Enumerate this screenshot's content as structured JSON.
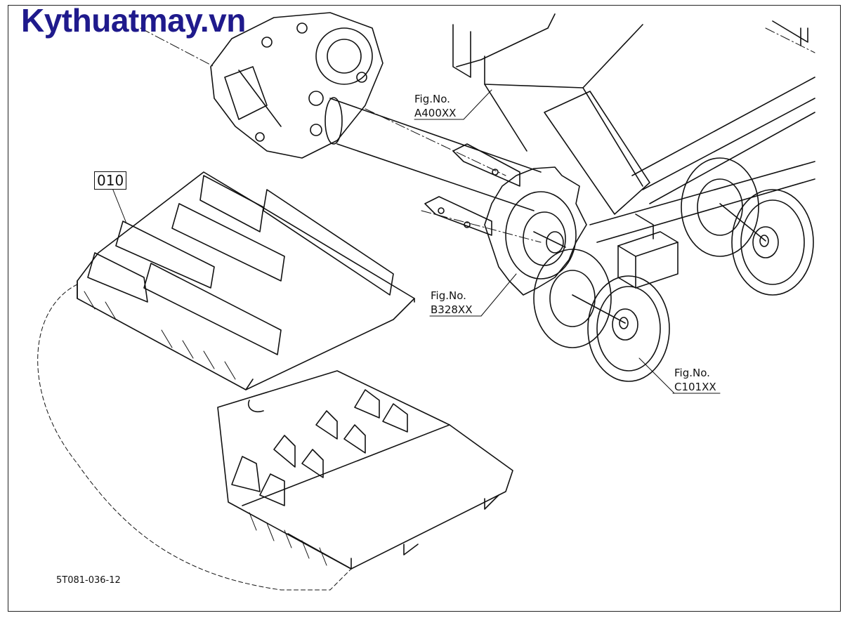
{
  "watermark": "Kythuatmay.vn",
  "part_number": "010",
  "drawing_code": "5T081-036-12",
  "callouts": [
    {
      "label": "Fig.No.",
      "code": "A400XX"
    },
    {
      "label": "Fig.No.",
      "code": "B328XX"
    },
    {
      "label": "Fig.No.",
      "code": "C101XX"
    }
  ],
  "colors": {
    "watermark": "#1f1a8c",
    "line": "#111111"
  }
}
